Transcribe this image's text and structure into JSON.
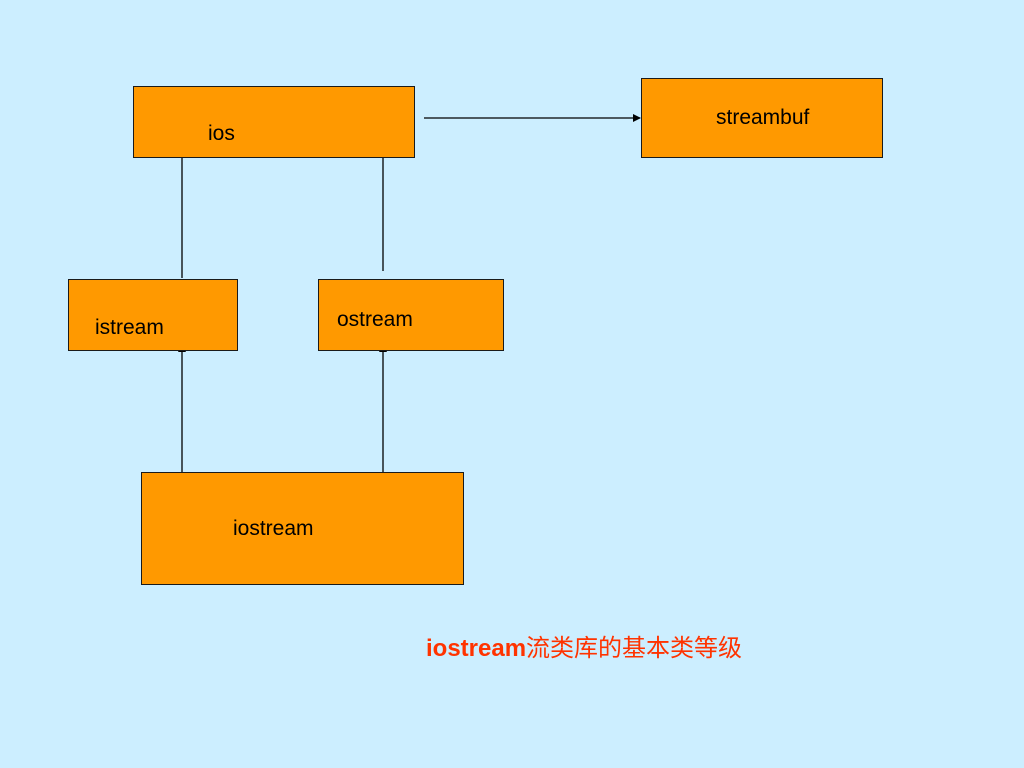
{
  "colors": {
    "background": "#cceeff",
    "box_fill": "#ff9900",
    "box_border": "#1a1a1a",
    "arrow": "#000000",
    "caption": "#ff3300"
  },
  "nodes": {
    "ios": "ios",
    "streambuf": "streambuf",
    "istream": "istream",
    "ostream": "ostream",
    "iostream": "iostream"
  },
  "caption": {
    "latin": "iostream",
    "cjk": "流类库的基本类等级"
  }
}
